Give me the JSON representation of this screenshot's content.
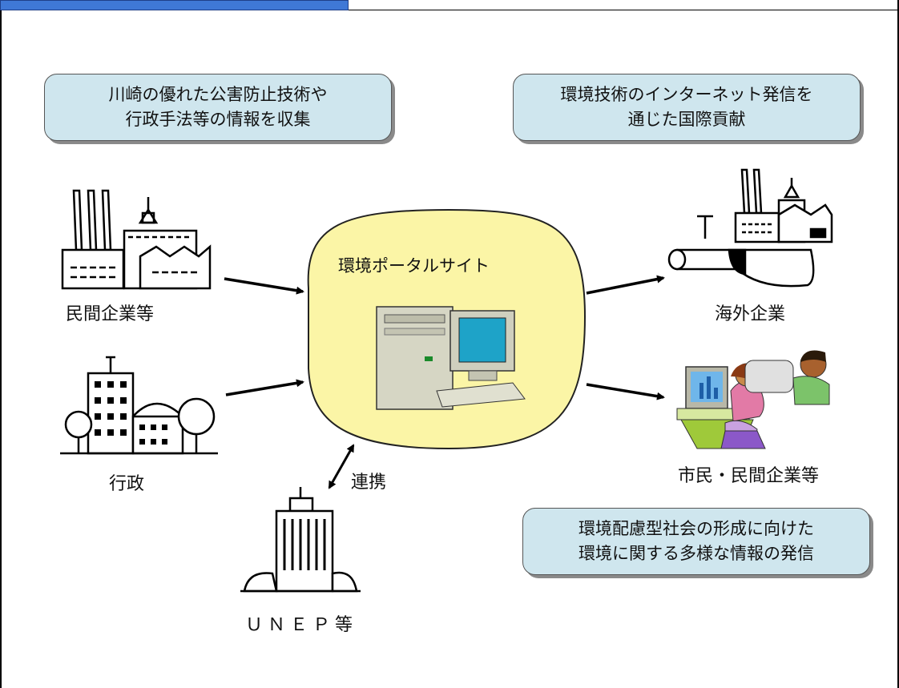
{
  "callouts": {
    "collect": {
      "line1": "川崎の優れた公害防止技術や",
      "line2": "行政手法等の情報を収集"
    },
    "contribute": {
      "line1": "環境技術のインターネット発信を",
      "line2": "通じた国際貢献"
    },
    "society": {
      "line1": "環境配慮型社会の形成に向けた",
      "line2": "環境に関する多様な情報の発信"
    }
  },
  "labels": {
    "private_companies": "民間企業等",
    "government": "行政",
    "unep": "ＵＮＥＰ等",
    "cooperation": "連携",
    "overseas_companies": "海外企業",
    "citizens_companies": "市民・民間企業等"
  },
  "portal": {
    "title": "環境ポータルサイト"
  },
  "colors": {
    "callout_fill": "#cfe6ee",
    "portal_fill": "#fbf5a6",
    "header_tab": "#3f78d6"
  }
}
